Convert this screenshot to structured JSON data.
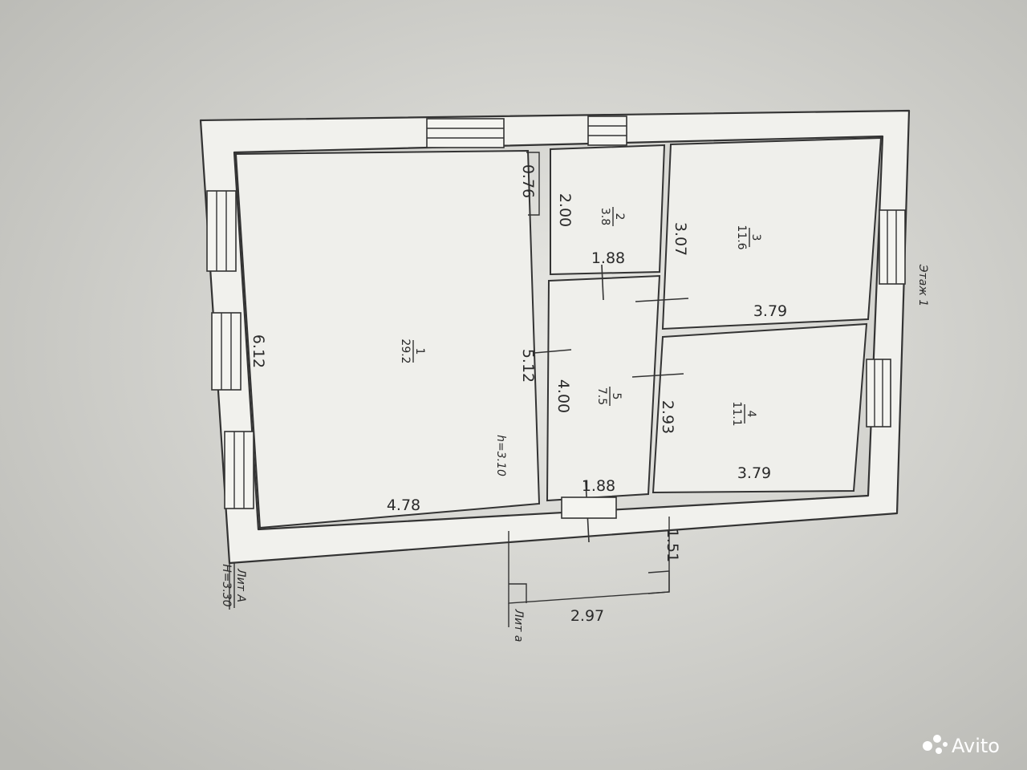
{
  "plan": {
    "floor_label": "Этаж 1",
    "lit_main": "Лит А",
    "lit_main_height": "H=3.30",
    "lit_annex": "Лит а",
    "room_height": "h=3.10",
    "rooms": [
      {
        "number": "1",
        "area": "29.2"
      },
      {
        "number": "2",
        "area": "3.8"
      },
      {
        "number": "3",
        "area": "11.6"
      },
      {
        "number": "4",
        "area": "11.1"
      },
      {
        "number": "5",
        "area": "7.5"
      }
    ],
    "dimensions": [
      "0.76",
      "2.00",
      "1.88",
      "3.07",
      "3.79",
      "6.12",
      "5.12",
      "4.00",
      "2.93",
      "3.79",
      "1.88",
      "4.78",
      "1.51",
      "2.97"
    ]
  },
  "watermark": {
    "text": "Avito"
  }
}
